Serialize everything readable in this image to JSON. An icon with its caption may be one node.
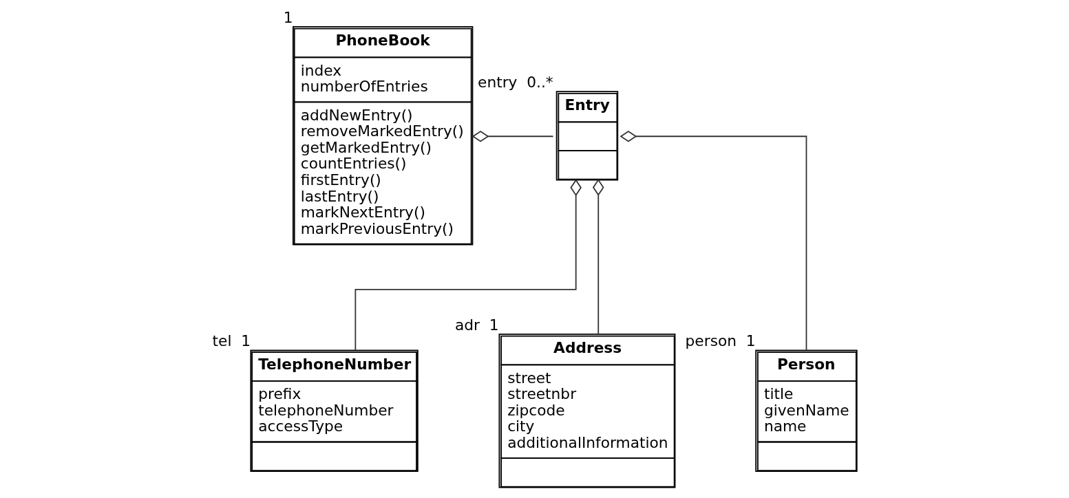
{
  "diagram": {
    "nodes": [
      {
        "text": [
          "PhoneBook",
          "index numberOfEntries",
          "addNewEntry() removeMarkedEntry() getMarkedEntry() countEntries() firstEntry() lastEntry() markNextEntry() markPreviousEntry()"
        ],
        "beside": [
          "1"
        ]
      },
      {
        "text": [
          "Entry"
        ],
        "beside": [
          "entry",
          "0..*"
        ]
      },
      {
        "text": [
          "TelephoneNumber",
          "prefix telephoneNumber accessType"
        ],
        "beside": [
          "tel",
          "1"
        ]
      },
      {
        "text": [
          "Address",
          "street streetnbr zipcode city additionalInformation"
        ],
        "beside": [
          "adr",
          "1"
        ]
      },
      {
        "text": [
          "Person",
          "title givenName name"
        ],
        "beside": [
          "person",
          "1"
        ]
      }
    ],
    "edges": [
      {
        "from": 0,
        "to": 1,
        "arrow": "other"
      },
      {
        "from": 1,
        "to": 2,
        "arrow": "other"
      },
      {
        "from": 1,
        "to": 3,
        "arrow": "other"
      },
      {
        "from": 1,
        "to": 4,
        "arrow": "other"
      }
    ]
  }
}
